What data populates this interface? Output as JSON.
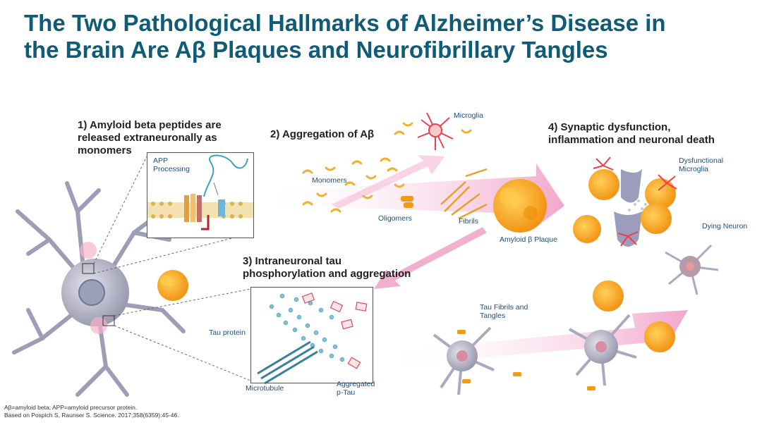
{
  "title": {
    "line1": "The Two Pathological Hallmarks of Alzheimer’s Disease in",
    "line2": "the Brain Are Aβ Plaques and Neurofibrillary Tangles"
  },
  "steps": {
    "s1": {
      "line1": "1) Amyloid beta peptides are",
      "line2": "released extraneuronally as",
      "line3": "monomers"
    },
    "s2": {
      "line1": "2) Aggregation of Aβ"
    },
    "s3": {
      "line1": "3) Intraneuronal tau",
      "line2": "phosphorylation and aggregation"
    },
    "s4": {
      "line1": "4) Synaptic dysfunction,",
      "line2": "inflammation and neuronal death"
    }
  },
  "labels": {
    "app_processing_1": "APP",
    "app_processing_2": "Processing",
    "microglia": "Microglia",
    "monomers": "Monomers",
    "oligomers": "Oligomers",
    "fibrils": "Fibrils",
    "amyloid_plaque": "Amyloid β Plaque",
    "dysfunctional_microglia_1": "Dysfunctional",
    "dysfunctional_microglia_2": "Microglia",
    "dying_neuron": "Dying Neuron",
    "tau_protein": "Tau protein",
    "microtubule": "Microtubule",
    "aggregated_ptau_1": "Aggregated",
    "aggregated_ptau_2": "p-Tau",
    "tau_fibrils_1": "Tau Fibrils and",
    "tau_fibrils_2": "Tangles"
  },
  "footnote": {
    "line1": "Aβ=amyloid beta; APP=amyloid precursor protein.",
    "line2": "Based on Pospich S, Raunser S. Science. 2017;358(6359):45-46."
  },
  "colors": {
    "title": "#0e5c78",
    "arrow": "#f3b6d3",
    "plaque": "#f7a81b",
    "neuron": "#b8b8c8",
    "microglia": "#e8434b",
    "tau": "#5aa8c0"
  }
}
